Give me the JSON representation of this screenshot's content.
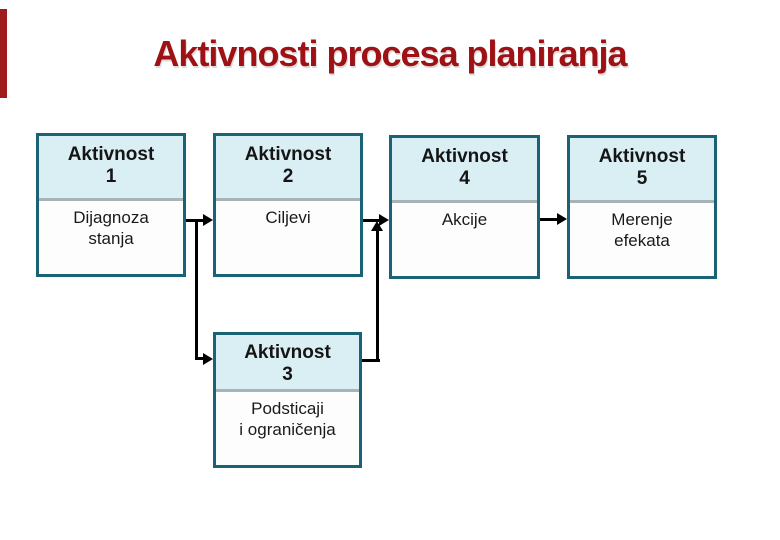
{
  "slide": {
    "title": "Aktivnosti procesa planiranja"
  },
  "colors": {
    "title_red": "#9E1216",
    "accent_bar_red": "#9E1B1E",
    "box_border_teal": "#1A6375",
    "box_header_bg": "#DAEFF4",
    "box_body_bg": "#FDFDFD",
    "header_separator_gray": "#A7B4B7",
    "arrow_black": "#000000"
  },
  "boxes": [
    {
      "header_label": "Aktivnost",
      "header_number": "1",
      "body_line1": "Dijagnoza",
      "body_line2": "stanja"
    },
    {
      "header_label": "Aktivnost",
      "header_number": "2",
      "body_line1": "Ciljevi",
      "body_line2": ""
    },
    {
      "header_label": "Aktivnost",
      "header_number": "3",
      "body_line1": "Podsticaji",
      "body_line2": "i ograničenja"
    },
    {
      "header_label": "Aktivnost",
      "header_number": "4",
      "body_line1": "Akcije",
      "body_line2": ""
    },
    {
      "header_label": "Aktivnost",
      "header_number": "5",
      "body_line1": "Merenje",
      "body_line2": "efekata"
    }
  ],
  "flow": {
    "edges": [
      [
        "Aktivnost 1",
        "Aktivnost 2"
      ],
      [
        "Aktivnost 1",
        "Aktivnost 3"
      ],
      [
        "Aktivnost 2",
        "Aktivnost 4"
      ],
      [
        "Aktivnost 3",
        "Aktivnost 4"
      ],
      [
        "Aktivnost 4",
        "Aktivnost 5"
      ]
    ]
  }
}
